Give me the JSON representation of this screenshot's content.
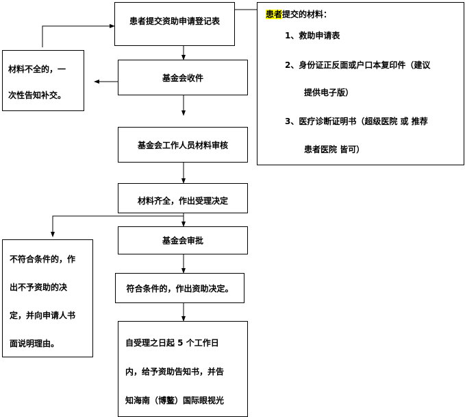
{
  "flow": {
    "step1": "患者提交资助申请登记表",
    "step2": "基金会收件",
    "step3": "基金会工作人员材料审核",
    "step4": "材料齐全，作出受理决定",
    "step5": "基金会审批",
    "step6": "符合条件的，作出资助决定。",
    "step7": [
      "自受理之日起 5 个工作日",
      "内，给予资助告知书，并告",
      "知海南（博鳌）国际眼视光"
    ],
    "incomplete": [
      "材料不全的，一",
      "次性告知补交。"
    ],
    "rejected": [
      "不符合条件的，作",
      "出不予资助的决",
      "定，并向申请人书",
      "面说明理由。"
    ]
  },
  "materials": {
    "title_highlight": "患者",
    "title_rest": "提交的材料：",
    "items": [
      "1、救助申请表",
      "2、身份证正反面或户口本复印件（建议",
      "提供电子版）",
      "3、医疗诊断证明书（超级医院 或 推荐",
      "患者医院 皆可）"
    ]
  }
}
